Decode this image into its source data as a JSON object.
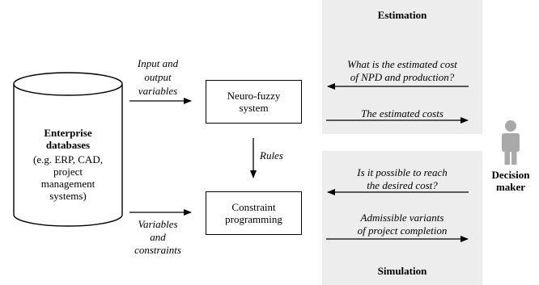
{
  "sections": {
    "estimation_title": "Estimation",
    "simulation_title": "Simulation"
  },
  "database": {
    "title_line1": "Enterprise",
    "title_line2": "databases",
    "detail_lines": [
      "(e.g. ERP, CAD,",
      "project",
      "management",
      "systems)"
    ]
  },
  "boxes": {
    "neuro_fuzzy": [
      "Neuro-fuzzy",
      "system"
    ],
    "constraint": [
      "Constraint",
      "programming"
    ]
  },
  "arrow_labels": {
    "input_output": [
      "Input and",
      "output",
      "variables"
    ],
    "rules": "Rules",
    "variables_constraints": [
      "Variables",
      "and",
      "constraints"
    ]
  },
  "estimation": {
    "question": [
      "What is the estimated cost",
      "of NPD and production?"
    ],
    "answer": "The estimated costs"
  },
  "simulation": {
    "question": [
      "Is it possible to reach",
      "the desired cost?"
    ],
    "answer": [
      "Admissible variants",
      "of project completion"
    ]
  },
  "decision_maker": [
    "Decision",
    "maker"
  ]
}
